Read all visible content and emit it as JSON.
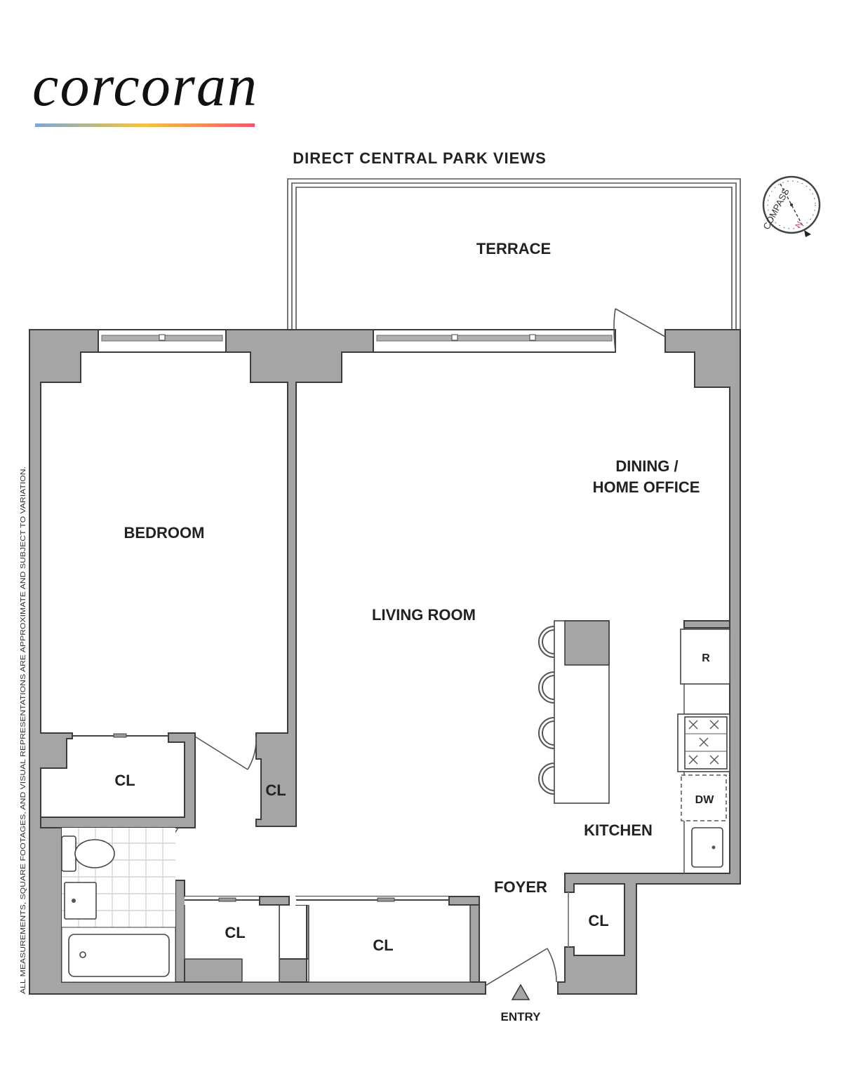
{
  "brand": {
    "logo_text": "corcoran",
    "gradient_colors": [
      "#7fa6d6",
      "#f4c542",
      "#f0566a"
    ]
  },
  "view_caption": "DIRECT CENTRAL PARK VIEWS",
  "rooms": {
    "terrace": "TERRACE",
    "bedroom": "BEDROOM",
    "living_room": "LIVING ROOM",
    "dining_line1": "DINING /",
    "dining_line2": "HOME OFFICE",
    "kitchen": "KITCHEN",
    "foyer": "FOYER",
    "entry": "ENTRY",
    "closet_label": "CL"
  },
  "appliances": {
    "refrigerator": "R",
    "dishwasher": "DW"
  },
  "compass": {
    "label": "COMPASS",
    "north": "N",
    "north_color": "#c0506a"
  },
  "disclaimer": "ALL MEASUREMENTS, SQUARE FOOTAGES, AND VISUAL REPRESENTATIONS ARE APPROXIMATE AND SUBJECT TO VARIATION.",
  "colors": {
    "wall_fill": "#a5a5a5",
    "wall_stroke": "#3c3c3c"
  }
}
